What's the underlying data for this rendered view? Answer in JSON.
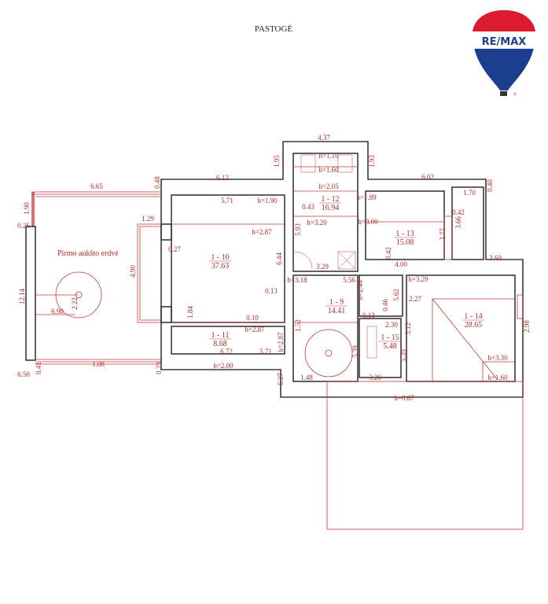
{
  "title": "PASTOGĖ",
  "logo": {
    "text": "RE/MAX",
    "mark": "®",
    "colors": {
      "red": "#dc1c2e",
      "blue": "#1b3f8f"
    }
  },
  "space_label": "Pirmo aukšto erdvė",
  "rooms": [
    {
      "id": "1 - 10",
      "area": "37.63"
    },
    {
      "id": "1 - 12",
      "area": "16.94"
    },
    {
      "id": "1 - 13",
      "area": "15.08"
    },
    {
      "id": "1 - 9",
      "area": "14.41"
    },
    {
      "id": "1 - 11",
      "area": "8.68"
    },
    {
      "id": "1 - 15",
      "area": "5.48"
    },
    {
      "id": "1 - 14",
      "area": "28.65"
    }
  ],
  "dims": [
    "4.37",
    "1.95",
    "1.93",
    "6.12",
    "0.48",
    "6.02",
    "0.40",
    "6.65",
    "1.90",
    "0.26",
    "1.29",
    "4.90",
    "0.27",
    "5.71",
    "h=1.90",
    "0.43",
    "h=2.05",
    "h=1.10",
    "h=1.60",
    "5.93",
    "h=3.20",
    "h=2.87",
    "6.44",
    "3.29",
    "h=1.89",
    "h=3.00",
    "0.42",
    "3.77",
    "3.66",
    "1.70",
    "0.42",
    "4.00",
    "3.60",
    "h=3.18",
    "5.56",
    "h=2.44",
    "h=3.29",
    "5.62",
    "2.27",
    "0.13",
    "0.46",
    "0.13",
    "2.30",
    "1.84",
    "0.10",
    "h=2.87",
    "h=2.87",
    "1.52",
    "5.39",
    "3.12",
    "5.39",
    "2.98",
    "6.72",
    "5.71",
    "h=2.00",
    "6.27",
    "1.48",
    "3.26",
    "h=3.30",
    "h=1.60",
    "h=0.87",
    "12.14",
    "6.90",
    "2.22",
    "1.08",
    "6.50",
    "0.41",
    "0.23",
    "0.23"
  ]
}
